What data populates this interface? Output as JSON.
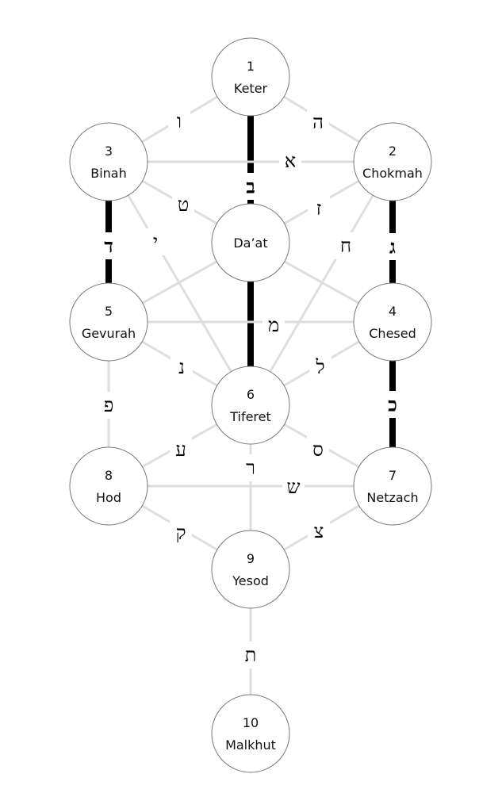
{
  "title": "Tree of Life",
  "colors": {
    "thin_line": "#dedede",
    "thick_line": "#000000",
    "circle_stroke": "#777777"
  },
  "nodes": [
    {
      "id": "keter",
      "number": "1",
      "name": "Keter"
    },
    {
      "id": "chokmah",
      "number": "2",
      "name": "Chokmah"
    },
    {
      "id": "binah",
      "number": "3",
      "name": "Binah"
    },
    {
      "id": "daat",
      "number": "",
      "name": "Da’at"
    },
    {
      "id": "chesed",
      "number": "4",
      "name": "Chesed"
    },
    {
      "id": "gevurah",
      "number": "5",
      "name": "Gevurah"
    },
    {
      "id": "tiferet",
      "number": "6",
      "name": "Tiferet"
    },
    {
      "id": "netzach",
      "number": "7",
      "name": "Netzach"
    },
    {
      "id": "hod",
      "number": "8",
      "name": "Hod"
    },
    {
      "id": "yesod",
      "number": "9",
      "name": "Yesod"
    },
    {
      "id": "malkhut",
      "number": "10",
      "name": "Malkhut"
    }
  ],
  "paths": [
    {
      "from": "keter",
      "to": "binah",
      "letter": "ו",
      "thick": false
    },
    {
      "from": "keter",
      "to": "chokmah",
      "letter": "ה",
      "thick": false
    },
    {
      "from": "keter",
      "to": "daat",
      "letter": "ב",
      "thick": true
    },
    {
      "from": "binah",
      "to": "chokmah",
      "letter": "א",
      "thick": false
    },
    {
      "from": "binah",
      "to": "daat",
      "letter": "ט",
      "thick": false
    },
    {
      "from": "chokmah",
      "to": "daat",
      "letter": "ז",
      "thick": false
    },
    {
      "from": "binah",
      "to": "gevurah",
      "letter": "ד",
      "thick": true
    },
    {
      "from": "binah",
      "to": "tiferet",
      "letter": "י",
      "thick": false
    },
    {
      "from": "chokmah",
      "to": "tiferet",
      "letter": "ח",
      "thick": false
    },
    {
      "from": "chokmah",
      "to": "chesed",
      "letter": "ג",
      "thick": true
    },
    {
      "from": "daat",
      "to": "gevurah",
      "letter": "",
      "thick": false
    },
    {
      "from": "daat",
      "to": "chesed",
      "letter": "",
      "thick": false
    },
    {
      "from": "daat",
      "to": "tiferet",
      "letter": "",
      "thick": true
    },
    {
      "from": "gevurah",
      "to": "chesed",
      "letter": "מ",
      "thick": false
    },
    {
      "from": "gevurah",
      "to": "tiferet",
      "letter": "נ",
      "thick": false
    },
    {
      "from": "chesed",
      "to": "tiferet",
      "letter": "ל",
      "thick": false
    },
    {
      "from": "chesed",
      "to": "netzach",
      "letter": "כ",
      "thick": true
    },
    {
      "from": "gevurah",
      "to": "hod",
      "letter": "פ",
      "thick": false
    },
    {
      "from": "hod",
      "to": "tiferet",
      "letter": "ע",
      "thick": false
    },
    {
      "from": "tiferet",
      "to": "netzach",
      "letter": "ס",
      "thick": false
    },
    {
      "from": "tiferet",
      "to": "yesod",
      "letter": "ר",
      "thick": false
    },
    {
      "from": "hod",
      "to": "netzach",
      "letter": "ש",
      "thick": false
    },
    {
      "from": "hod",
      "to": "yesod",
      "letter": "ק",
      "thick": false
    },
    {
      "from": "netzach",
      "to": "yesod",
      "letter": "צ",
      "thick": false
    },
    {
      "from": "yesod",
      "to": "malkhut",
      "letter": "ת",
      "thick": false
    }
  ]
}
